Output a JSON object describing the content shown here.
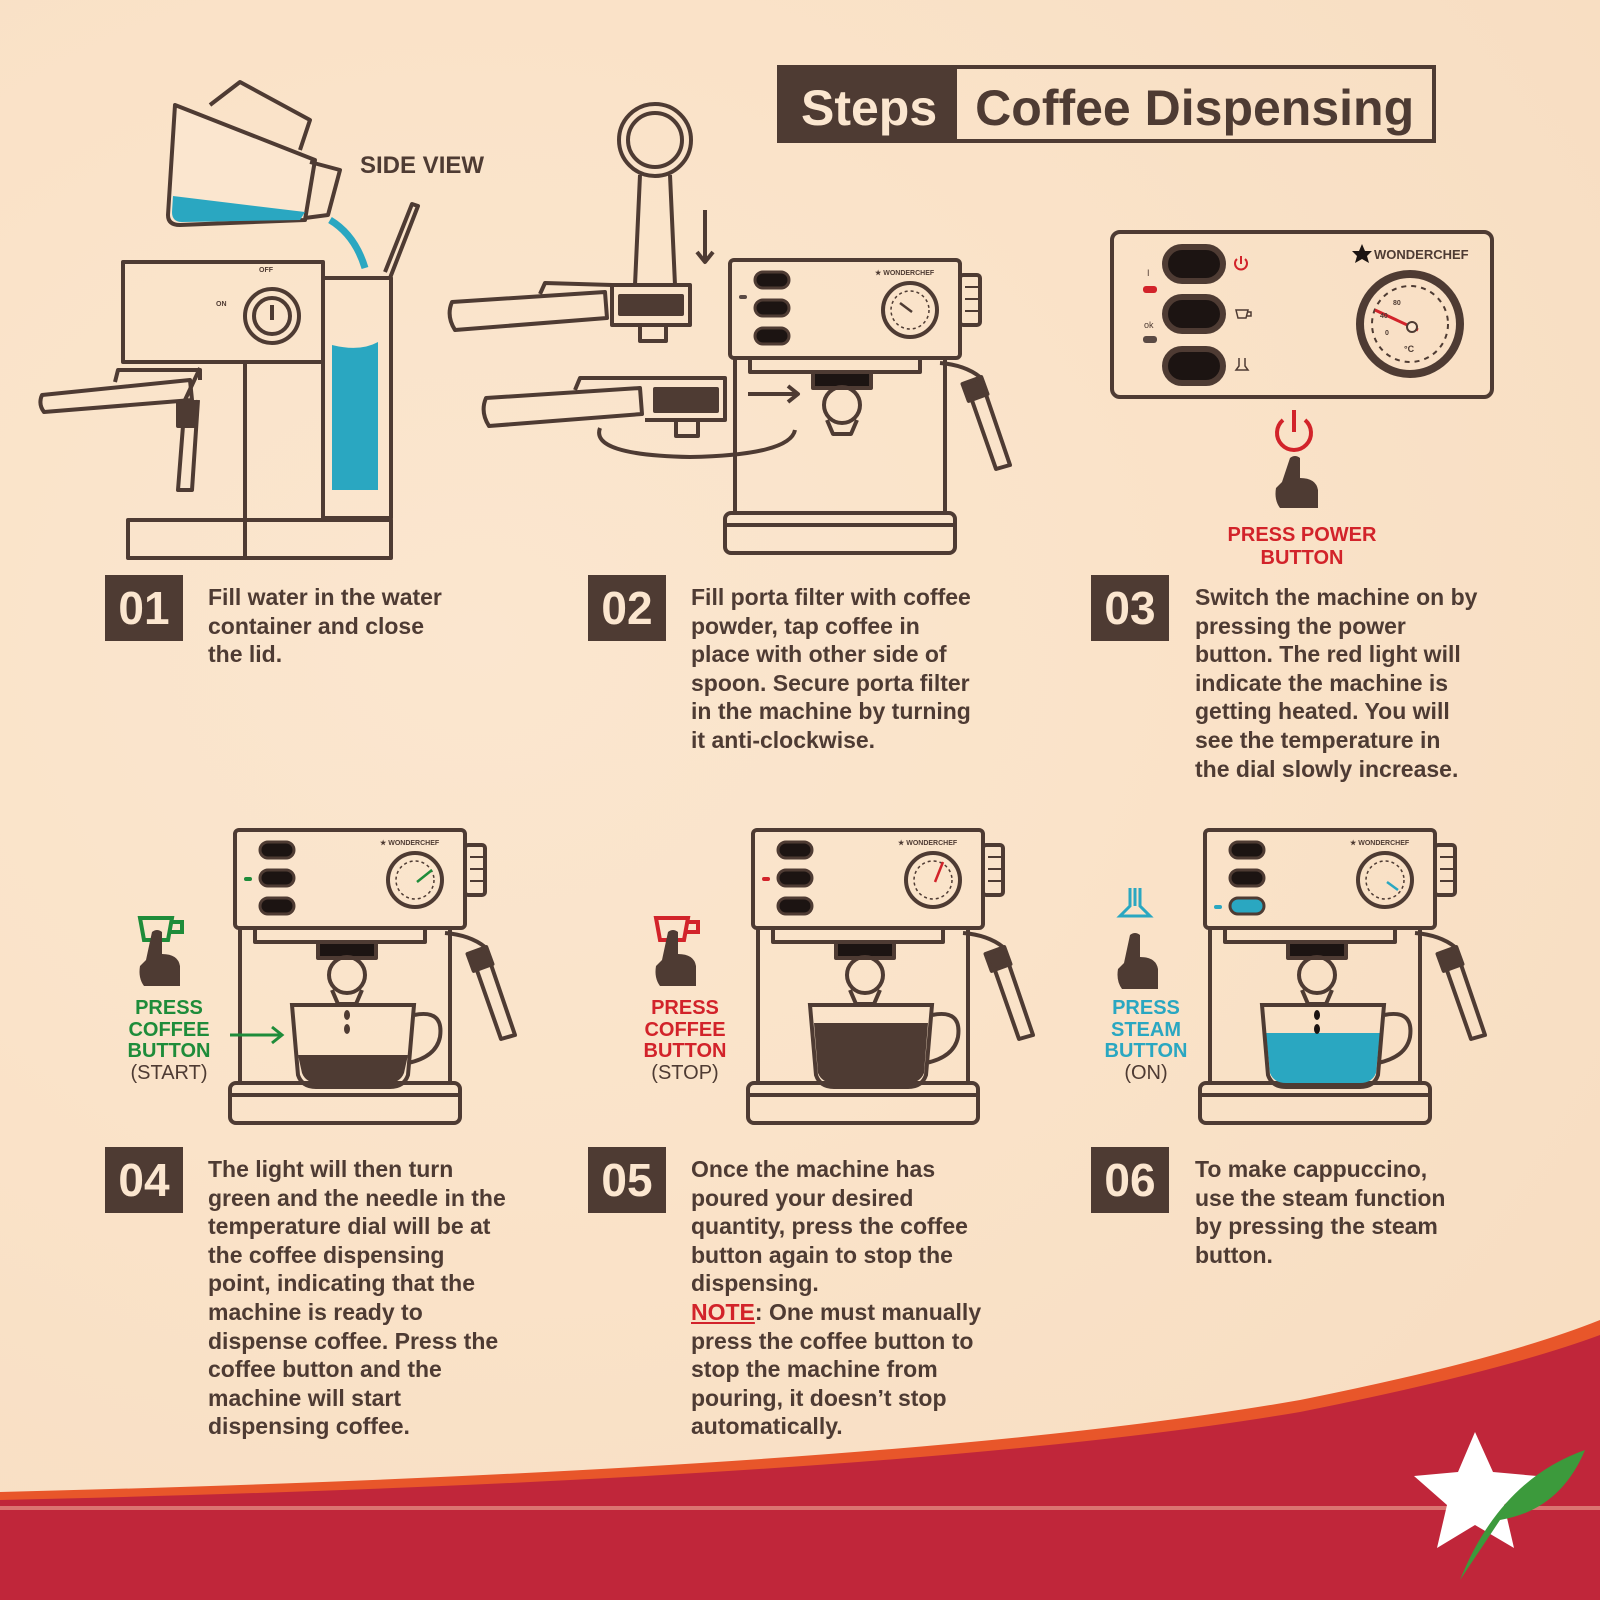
{
  "colors": {
    "brown": "#4e3b33",
    "cream": "#fbe6cf",
    "water_blue": "#2aa7c1",
    "red": "#d2232a",
    "green": "#1e8c3a",
    "footer_red": "#c0263a",
    "orange": "#e8562a"
  },
  "header": {
    "steps_label": "Steps",
    "title": "Coffee Dispensing"
  },
  "step1": {
    "number": "01",
    "side_view_label": "SIDE VIEW",
    "switch_on": "ON",
    "switch_off": "OFF",
    "text": "Fill water in the water\ncontainer and close\nthe lid."
  },
  "step2": {
    "number": "02",
    "text": "Fill porta filter with coffee\npowder, tap coffee in\nplace with other side of\nspoon. Secure porta filter\nin the machine by turning\nit anti-clockwise."
  },
  "step3": {
    "number": "03",
    "brand": "WONDERCHEF",
    "light_label_on": "I",
    "light_label_ok": "ok",
    "dial_ticks": [
      "0",
      "40",
      "80"
    ],
    "dial_unit": "°C",
    "action_label": "PRESS POWER BUTTON",
    "text": "Switch the machine on by\npressing the power\nbutton. The red light will\nindicate the machine is\ngetting heated. You will\nsee the temperature in\nthe dial slowly increase."
  },
  "step4": {
    "number": "04",
    "press_label": "PRESS\nCOFFEE\nBUTTON",
    "press_sub": "(START)",
    "text": "The light will then turn\ngreen and the needle in the\ntemperature dial will be at\nthe coffee dispensing\npoint, indicating that the\nmachine is ready to\ndispense coffee. Press the\ncoffee button and the\nmachine will start\ndispensing coffee."
  },
  "step5": {
    "number": "05",
    "press_label": "PRESS\nCOFFEE\nBUTTON",
    "press_sub": "(STOP)",
    "text": "Once the machine has\npoured your desired\nquantity, press the coffee\nbutton again to stop the\ndispensing.",
    "note_label": "NOTE",
    "note_text": ": One must manually\npress the coffee button to\nstop the machine from\npouring, it doesn’t stop\nautomatically."
  },
  "step6": {
    "number": "06",
    "press_label": "PRESS\nSTEAM\nBUTTON",
    "press_sub": "(ON)",
    "text": "To make cappuccino,\nuse the steam function\nby pressing the steam\nbutton."
  },
  "machine_brand": "WONDERCHEF"
}
